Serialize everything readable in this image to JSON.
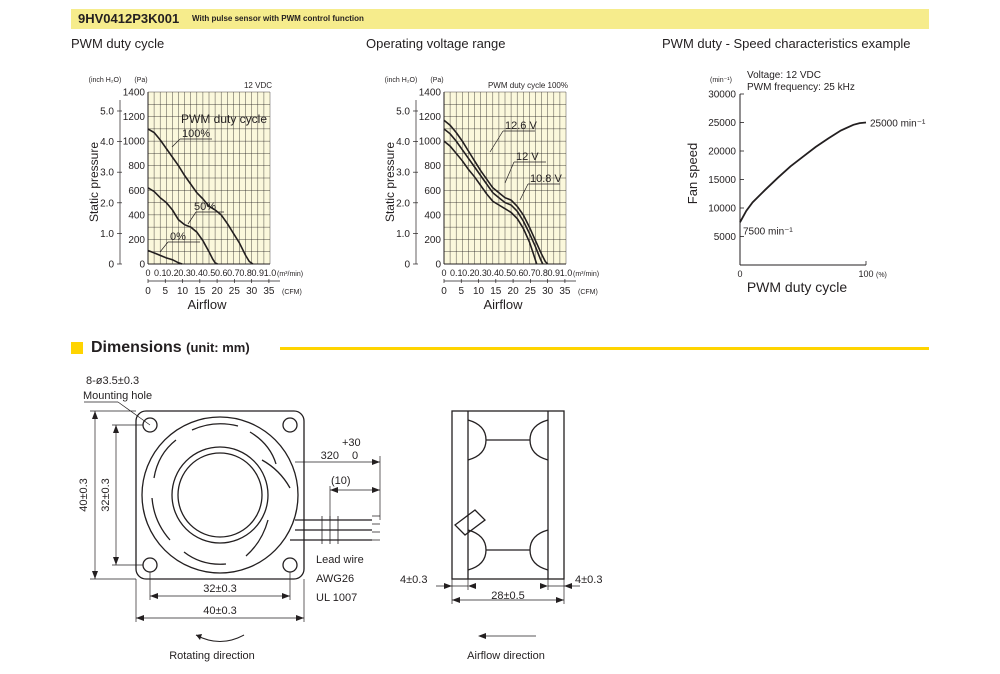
{
  "header": {
    "model": "9HV0412P3K001",
    "description": "With pulse sensor with PWM control function"
  },
  "charts_titles": [
    "PWM duty cycle",
    "Operating voltage range",
    "PWM duty - Speed characteristics example"
  ],
  "shared_axes": {
    "unit_inch": "(inch H₂O)",
    "unit_pa": "(Pa)",
    "ylabel": "Static pressure",
    "xlabel": "Airflow",
    "unit_m3": "(m³/min)",
    "unit_cfm": "(CFM)",
    "inch_ticks": [
      "5.0",
      "4.0",
      "3.0",
      "2.0",
      "1.0",
      "0"
    ],
    "pa_ticks": [
      "1400",
      "1200",
      "1000",
      "800",
      "600",
      "400",
      "200",
      "0"
    ],
    "m3_ticks": [
      "0",
      "0.1",
      "0.2",
      "0.3",
      "0.4",
      "0.5",
      "0.6",
      "0.7",
      "0.8",
      "0.9",
      "1.0"
    ],
    "cfm_ticks": [
      "0",
      "5",
      "10",
      "15",
      "20",
      "25",
      "30",
      "35"
    ]
  },
  "chart_data": [
    {
      "type": "line",
      "title": "PWM duty cycle",
      "note": "12 VDC",
      "xlabel": "Airflow",
      "ylabel": "Static pressure",
      "xlim": [
        0,
        1.0
      ],
      "ylim": [
        0,
        1400
      ],
      "grid": true,
      "legend_title": "PWM duty cycle",
      "series": [
        {
          "name": "100%",
          "x": [
            0,
            0.05,
            0.1,
            0.15,
            0.2,
            0.25,
            0.3,
            0.35,
            0.4,
            0.45,
            0.5,
            0.55,
            0.6,
            0.65,
            0.7,
            0.75,
            0.8,
            0.83,
            0.86
          ],
          "y": [
            1100,
            1070,
            1010,
            940,
            870,
            800,
            720,
            650,
            580,
            530,
            470,
            440,
            400,
            330,
            250,
            170,
            70,
            20,
            0
          ]
        },
        {
          "name": "50%",
          "x": [
            0,
            0.05,
            0.1,
            0.15,
            0.2,
            0.25,
            0.3,
            0.35,
            0.4,
            0.45,
            0.5,
            0.53,
            0.55,
            0.57
          ],
          "y": [
            620,
            590,
            540,
            500,
            440,
            360,
            320,
            300,
            260,
            190,
            100,
            40,
            10,
            0
          ]
        },
        {
          "name": "0%",
          "x": [
            0,
            0.05,
            0.1,
            0.15,
            0.2,
            0.25,
            0.28
          ],
          "y": [
            110,
            90,
            70,
            50,
            35,
            10,
            0
          ]
        }
      ]
    },
    {
      "type": "line",
      "title": "Operating voltage range",
      "note": "PWM duty cycle 100%",
      "xlabel": "Airflow",
      "ylabel": "Static pressure",
      "xlim": [
        0,
        1.0
      ],
      "ylim": [
        0,
        1400
      ],
      "grid": true,
      "series": [
        {
          "name": "12.6 V",
          "x": [
            0,
            0.05,
            0.1,
            0.15,
            0.2,
            0.25,
            0.3,
            0.35,
            0.4,
            0.45,
            0.5,
            0.55,
            0.6,
            0.65,
            0.7,
            0.75,
            0.8,
            0.83,
            0.85
          ],
          "y": [
            1170,
            1130,
            1070,
            1000,
            920,
            840,
            760,
            690,
            620,
            580,
            540,
            520,
            470,
            400,
            300,
            190,
            80,
            20,
            0
          ]
        },
        {
          "name": "12 V",
          "x": [
            0,
            0.05,
            0.1,
            0.15,
            0.2,
            0.25,
            0.3,
            0.35,
            0.4,
            0.45,
            0.5,
            0.55,
            0.6,
            0.65,
            0.7,
            0.75,
            0.79,
            0.81
          ],
          "y": [
            1100,
            1060,
            1000,
            930,
            860,
            790,
            720,
            650,
            580,
            540,
            500,
            480,
            430,
            350,
            250,
            140,
            40,
            0
          ]
        },
        {
          "name": "10.8 V",
          "x": [
            0,
            0.05,
            0.1,
            0.15,
            0.2,
            0.25,
            0.3,
            0.35,
            0.4,
            0.45,
            0.5,
            0.55,
            0.6,
            0.65,
            0.7,
            0.73,
            0.76
          ],
          "y": [
            1000,
            960,
            900,
            840,
            770,
            710,
            640,
            570,
            510,
            480,
            450,
            420,
            370,
            290,
            180,
            90,
            0
          ]
        }
      ]
    },
    {
      "type": "line",
      "title": "PWM duty - Speed characteristics example",
      "xlabel": "PWM duty cycle",
      "ylabel": "Fan speed",
      "y_unit": "(min⁻¹)",
      "x_unit": "(%)",
      "xlim": [
        0,
        100
      ],
      "ylim": [
        0,
        30000
      ],
      "xticks": [
        "0",
        "100"
      ],
      "yticks": [
        "30000",
        "25000",
        "20000",
        "15000",
        "10000",
        "5000"
      ],
      "grid": false,
      "notes": [
        "Voltage: 12 VDC",
        "PWM frequency: 25 kHz"
      ],
      "labels": {
        "end": "25000 min⁻¹",
        "start": "7500 min⁻¹"
      },
      "series": [
        {
          "x": [
            0,
            5,
            10,
            20,
            30,
            40,
            50,
            60,
            70,
            80,
            90,
            95,
            100
          ],
          "y": [
            7500,
            9500,
            11000,
            13200,
            15300,
            17300,
            19000,
            20700,
            22200,
            23600,
            24600,
            24900,
            25000
          ]
        }
      ]
    }
  ],
  "dimensions": {
    "title": "Dimensions",
    "unit": "(unit: mm)",
    "hole_spec": "8-ø3.5±0.3",
    "hole_label": "Mounting hole",
    "dim_40_vertical": "40±0.3",
    "dim_32_vertical": "32±0.3",
    "dim_32_horizontal": "32±0.3",
    "dim_40_horizontal": "40±0.3",
    "lead_length": "320",
    "lead_tol_plus": "+30",
    "lead_tol_minus": "0",
    "lead_strip": "(10)",
    "lead_wire": "Lead wire",
    "awg": "AWG26",
    "ul": "UL 1007",
    "flange_left": "4±0.3",
    "flange_right": "4±0.3",
    "depth": "28±0.5",
    "rotating_direction": "Rotating direction",
    "airflow_direction": "Airflow direction"
  }
}
